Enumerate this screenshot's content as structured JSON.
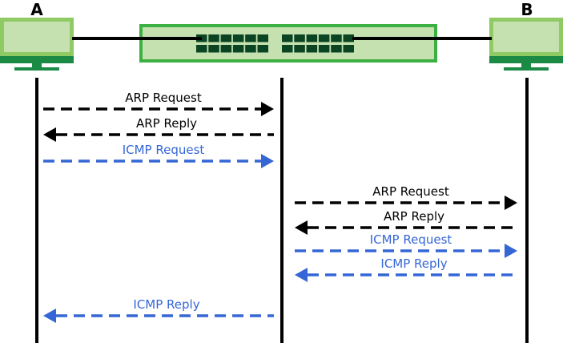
{
  "nodes": {
    "a": "A",
    "b": "B"
  },
  "colors": {
    "black": "#000000",
    "blue": "#3566d6",
    "screen": "#8fca65",
    "screen_inner": "#c6e1b0",
    "base": "#1a8a45",
    "switch_border": "#3cb043",
    "port": "#0b4423"
  },
  "messages": [
    {
      "label": "ARP Request",
      "dir": "right",
      "segment": "left",
      "color": "black"
    },
    {
      "label": "ARP Reply",
      "dir": "left",
      "segment": "left",
      "color": "black"
    },
    {
      "label": "ICMP Request",
      "dir": "right",
      "segment": "left",
      "color": "blue"
    },
    {
      "label": "ARP Request",
      "dir": "right",
      "segment": "right",
      "color": "black"
    },
    {
      "label": "ARP Reply",
      "dir": "left",
      "segment": "right",
      "color": "black"
    },
    {
      "label": "ICMP Request",
      "dir": "right",
      "segment": "right",
      "color": "blue"
    },
    {
      "label": "ICMP Reply",
      "dir": "left",
      "segment": "right",
      "color": "blue"
    },
    {
      "label": "ICMP Reply",
      "dir": "left",
      "segment": "left",
      "color": "blue"
    }
  ]
}
